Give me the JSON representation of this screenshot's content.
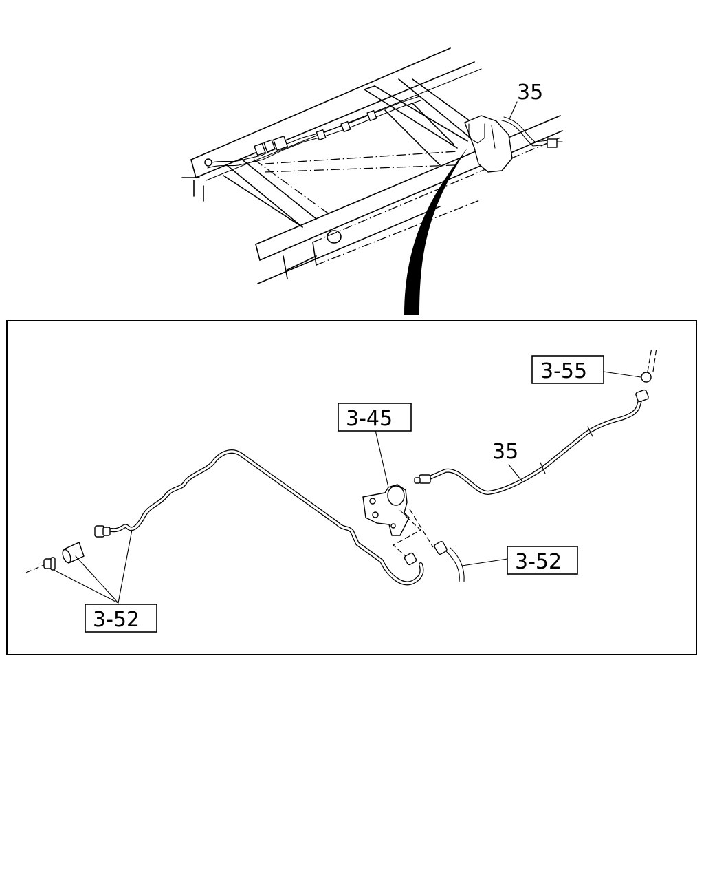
{
  "callouts": {
    "top_part": "35",
    "detail_part": "35",
    "ref_3_55": "3-55",
    "ref_3_45": "3-45",
    "ref_3_52_right": "3-52",
    "ref_3_52_left": "3-52"
  }
}
